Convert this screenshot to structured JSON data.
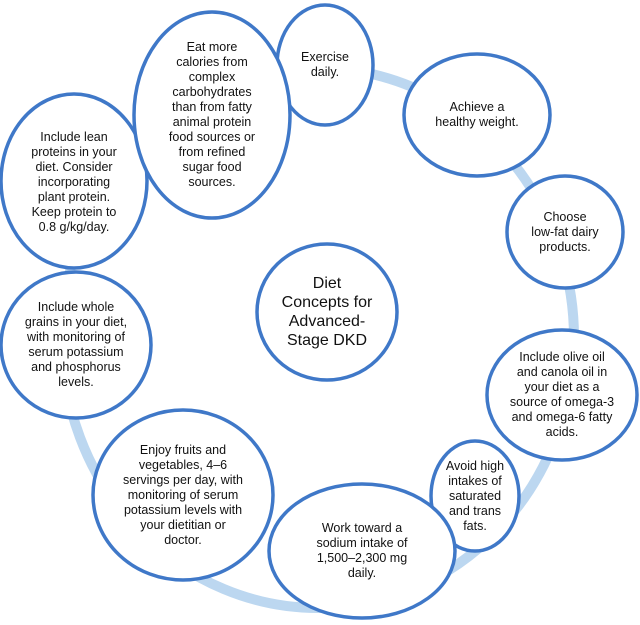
{
  "diagram": {
    "center": "Diet\nConcepts for\nAdvanced-\nStage DKD",
    "nodes": [
      "Exercise\ndaily.",
      "Achieve a\nhealthy weight.",
      "Choose\nlow-fat dairy\nproducts.",
      "Include olive oil\nand canola oil in\nyour diet as a\nsource of omega-3\nand omega-6 fatty\nacids.",
      "Avoid high\nintakes of\nsaturated\nand trans\nfats.",
      "Work toward a\nsodium intake of\n1,500–2,300 mg\ndaily.",
      "Enjoy fruits and\nvegetables, 4–6\nservings per day, with\nmonitoring of serum\npotassium  levels with\nyour dietitian or\ndoctor.",
      "Include whole\ngrains in your diet,\nwith monitoring of\nserum potassium\nand phosphorus\nlevels.",
      "Include lean\nproteins in your\ndiet. Consider\nincorporating\nplant protein.\nKeep protein to\n0.8 g/kg/day.",
      "Eat more\ncalories from\ncomplex\ncarbohydrates\nthan from fatty\nanimal protein\nfood sources or\nfrom refined\nsugar food\nsources."
    ]
  },
  "colors": {
    "node_stroke": "#3f78c8",
    "ring": "#bcd7f0"
  }
}
